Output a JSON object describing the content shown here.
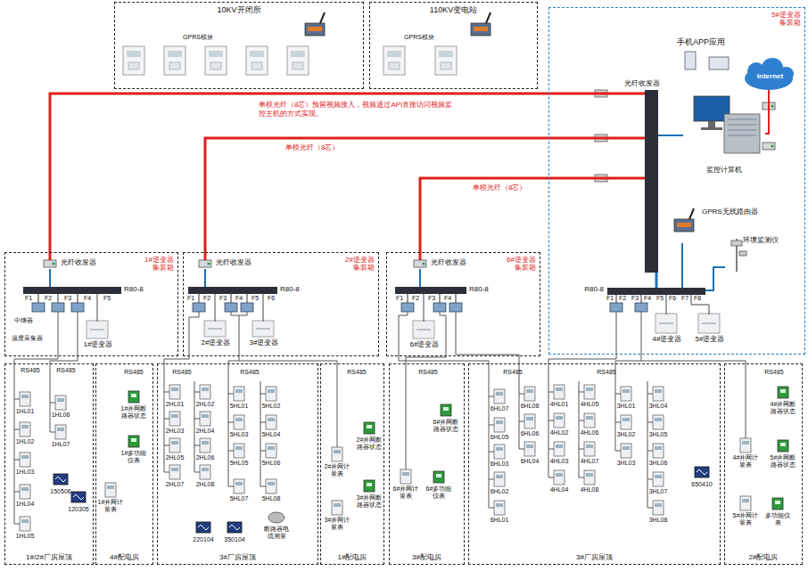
{
  "diagram": {
    "nodes": [
      {
        "text": [
          "10KV开闭所"
        ]
      },
      {
        "text": [
          "110KV变电站"
        ]
      },
      {
        "text": [
          "5#逆变器 集装箱"
        ]
      },
      {
        "text": [
          "光纤收发器"
        ],
        "in": 2
      },
      {
        "text": [
          "手机APP应用"
        ],
        "in": 2
      },
      {
        "text": [
          "Internet"
        ],
        "in": 2
      },
      {
        "text": [
          "监控计算机"
        ],
        "in": 2
      },
      {
        "text": [
          "GPRS无线路由器"
        ],
        "in": 2
      },
      {
        "text": [
          "环境监测仪"
        ],
        "in": 2
      },
      {
        "text": [
          "R80-8"
        ],
        "in": 2
      },
      {
        "text": [
          "4#逆变器"
        ],
        "in": 2
      },
      {
        "text": [
          "5#逆变器"
        ],
        "in": 2
      },
      {
        "text": [
          "1#逆变器 集装箱"
        ]
      },
      {
        "text": [
          "光纤收发器"
        ],
        "in": 12
      },
      {
        "text": [
          "R80-8"
        ],
        "in": 12
      },
      {
        "text": [
          "1#逆变器"
        ],
        "in": 12
      },
      {
        "text": [
          "2#逆变器 集装箱"
        ]
      },
      {
        "text": [
          "光纤收发器"
        ],
        "in": 16
      },
      {
        "text": [
          "R80-8"
        ],
        "in": 16
      },
      {
        "text": [
          "2#逆变器"
        ],
        "in": 16
      },
      {
        "text": [
          "3#逆变器"
        ],
        "in": 16
      },
      {
        "text": [
          "6#逆变器 集装箱"
        ]
      },
      {
        "text": [
          "光纤收发器"
        ],
        "in": 21
      },
      {
        "text": [
          "R80-8"
        ],
        "in": 21
      },
      {
        "text": [
          "6#逆变器"
        ],
        "in": 21
      },
      {
        "text": [
          "1#/2#厂房屋顶"
        ]
      },
      {
        "text": [
          "4#配电房"
        ]
      },
      {
        "text": [
          "3#厂房屋顶"
        ]
      },
      {
        "text": [
          "1#配电房"
        ]
      },
      {
        "text": [
          "3#配电房"
        ]
      },
      {
        "text": [
          "3#厂房屋顶"
        ]
      },
      {
        "text": [
          "2#配电房"
        ]
      }
    ],
    "edges": [
      {
        "from": 13,
        "to": 3,
        "arrow": "none",
        "label": "单模光纤（8芯）预留视频接入，视频通过API直接访问视频监控主机的方式实现。"
      },
      {
        "from": 17,
        "to": 3,
        "arrow": "none",
        "label": "单模光纤（8芯）"
      },
      {
        "from": 22,
        "to": 3,
        "arrow": "none",
        "label": "单模光纤（8芯）"
      },
      {
        "from": 3,
        "to": 9,
        "arrow": "none"
      },
      {
        "from": 3,
        "to": 6,
        "arrow": "none"
      },
      {
        "from": 6,
        "to": 5,
        "arrow": "none"
      },
      {
        "from": 7,
        "to": 9,
        "arrow": "none"
      },
      {
        "from": 8,
        "to": 9,
        "arrow": "none"
      },
      {
        "from": 13,
        "to": 14,
        "arrow": "none"
      },
      {
        "from": 17,
        "to": 18,
        "arrow": "none"
      },
      {
        "from": 22,
        "to": 23,
        "arrow": "none"
      },
      {
        "from": 14,
        "to": 15,
        "arrow": "none"
      },
      {
        "from": 18,
        "to": 19,
        "arrow": "none"
      },
      {
        "from": 18,
        "to": 20,
        "arrow": "none"
      },
      {
        "from": 23,
        "to": 24,
        "arrow": "none"
      },
      {
        "from": 9,
        "to": 10,
        "arrow": "none"
      },
      {
        "from": 9,
        "to": 11,
        "arrow": "none"
      }
    ],
    "labels": [
      "GPRS模块",
      "GPRS模块",
      "中继器",
      "温度采集器",
      "F1",
      "F2",
      "F3",
      "F4",
      "F5",
      "F1",
      "F2",
      "F3",
      "F4",
      "F5",
      "F6",
      "F1",
      "F2",
      "F3",
      "F4",
      "F1",
      "F2",
      "F3",
      "F4",
      "F5",
      "F6",
      "F7",
      "F8",
      "RS485",
      "RS485",
      "1HL01",
      "1HL02",
      "1HL03",
      "1HL04",
      "1HL05",
      "1HL06",
      "1HL07",
      "150506",
      "120305",
      "RS485",
      "1#并网断路器状态",
      "1#多功能仪表",
      "1#并网计量表",
      "RS485",
      "RS485",
      "2HL01",
      "2HL03",
      "2HL05",
      "2HL07",
      "2HL02",
      "2HL04",
      "2HL06",
      "2HL08",
      "5HL01",
      "5HL03",
      "5HL05",
      "5HL07",
      "5HL02",
      "5HL04",
      "5HL06",
      "5HL08",
      "220104",
      "350104",
      "断路器电缆测量",
      "RS485",
      "2#并网计量表",
      "2#并网断路器状态",
      "3#并网计量表",
      "3#并网断路器状态",
      "RS485",
      "6#并网计量表",
      "6#多功能仪表",
      "6#并网断路器状态",
      "RS485",
      "RS485",
      "6HL07",
      "6HL05",
      "6HL03",
      "6HL02",
      "6HL01",
      "6HL08",
      "6HL06",
      "6HL04",
      "4HL01",
      "4HL02",
      "4HL03",
      "4HL04",
      "4HL05",
      "4HL06",
      "4HL07",
      "4HL08",
      "3HL01",
      "3HL02",
      "3HL03",
      "3HL04",
      "3HL05",
      "3HL06",
      "3HL07",
      "3HL08",
      "650410",
      "RS485",
      "4#并网断路器状态",
      "4#并网计量表",
      "5#并网断路器状态",
      "5#并网计量表",
      "多功能仪表"
    ]
  }
}
